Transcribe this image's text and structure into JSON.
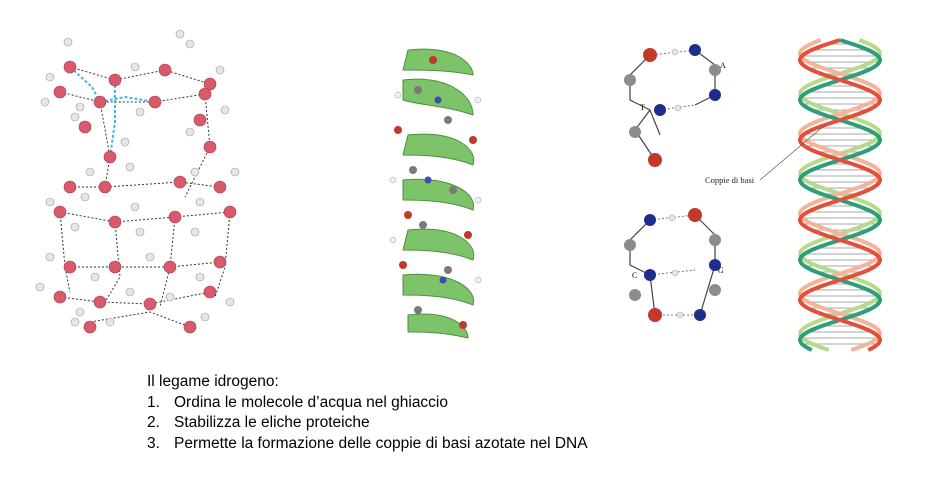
{
  "caption": {
    "heading": "Il legame idrogeno:",
    "items": [
      {
        "num": "1.",
        "text": "Ordina le molecole d’acqua nel ghiaccio"
      },
      {
        "num": "2.",
        "text": "Stabilizza le eliche proteiche"
      },
      {
        "num": "3.",
        "text": "Permette la formazione delle coppie di basi azotate nel DNA"
      }
    ]
  },
  "base_pairs": {
    "top_left_label": "T",
    "top_right_label": "A",
    "bottom_left_label": "C",
    "bottom_right_label": "G"
  },
  "dna": {
    "callout_label": "Coppie di basi"
  },
  "colors": {
    "oxygen": "#d95a6b",
    "hydrogen": "#e6e6e6",
    "hbond": "#3fb6e8",
    "ribbon": "#7cc36a",
    "nitrogen": "#1f2e8c",
    "carbon": "#8c8c8c",
    "strand_red": "#e0503c",
    "strand_green": "#2f9e78",
    "strand_lightgreen": "#b7d98a",
    "strand_peach": "#f2b49a"
  },
  "icons": [
    "ice-lattice-illustration",
    "protein-alpha-helix-illustration",
    "base-pair-illustration",
    "dna-double-helix-illustration"
  ]
}
